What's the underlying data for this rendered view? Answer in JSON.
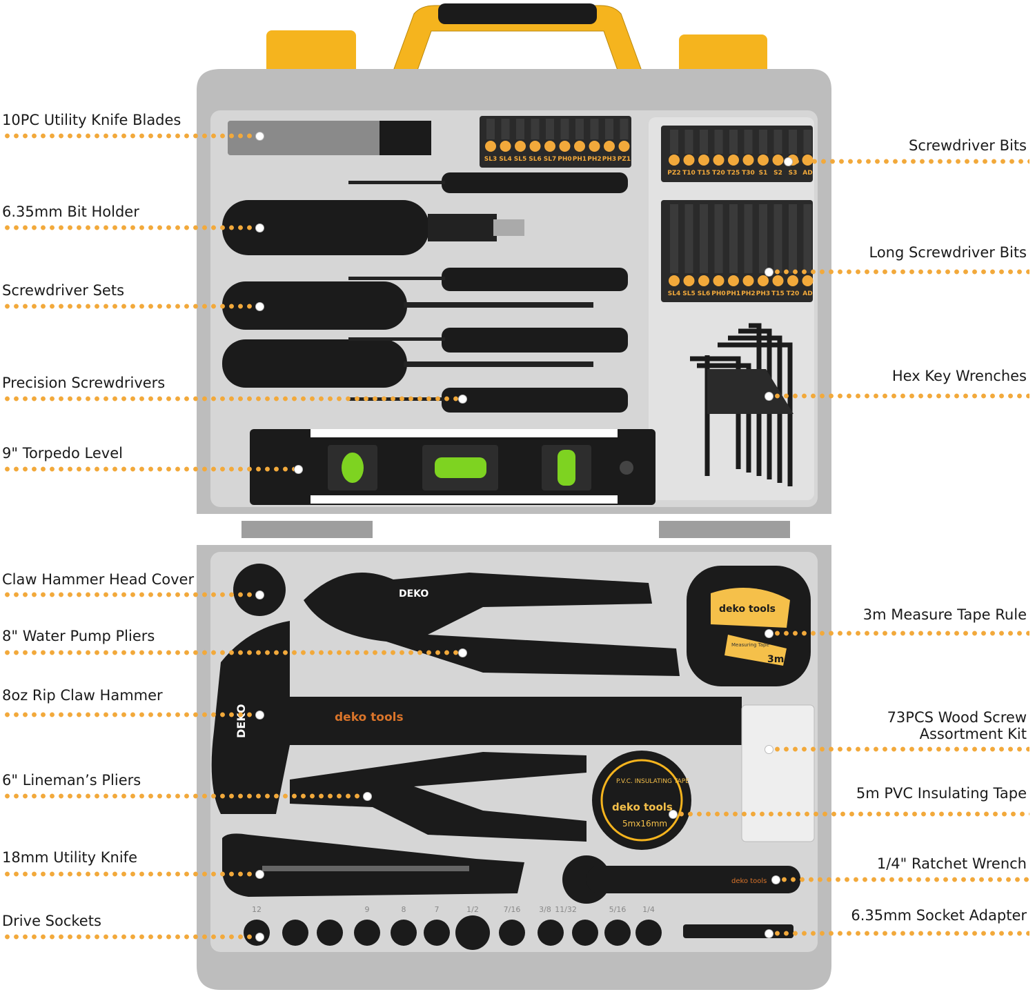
{
  "colors": {
    "accent": "#f2a93b",
    "case": "#c9c9c9",
    "case_inner": "#dcdcdc",
    "latch": "#f5b41e",
    "tool": "#1b1b1b",
    "level_vial": "#7ed321"
  },
  "labels_left": [
    {
      "text": "10PC Utility Knife Blades"
    },
    {
      "text": "6.35mm Bit Holder"
    },
    {
      "text": "Screwdriver Sets"
    },
    {
      "text": "Precision Screwdrivers"
    },
    {
      "text": "9\" Torpedo Level"
    },
    {
      "text": "Claw Hammer Head Cover"
    },
    {
      "text": "8\" Water Pump Pliers"
    },
    {
      "text": "8oz Rip Claw Hammer"
    },
    {
      "text": "6\" Lineman’s Pliers"
    },
    {
      "text": "18mm Utility Knife"
    },
    {
      "text": "Drive Sockets"
    }
  ],
  "labels_right": [
    {
      "text": "Screwdriver Bits"
    },
    {
      "text": "Long Screwdriver Bits"
    },
    {
      "text": "Hex Key Wrenches"
    },
    {
      "text": "3m Measure Tape Rule"
    },
    {
      "text": "73PCS Wood Screw",
      "text2": "Assortment Kit"
    },
    {
      "text": "5m PVC Insulating Tape"
    },
    {
      "text": "1/4\" Ratchet Wrench"
    },
    {
      "text": "6.35mm Socket Adapter"
    }
  ],
  "bits_row1": [
    "SL3",
    "SL4",
    "SL5",
    "SL6",
    "SL7",
    "PH0",
    "PH1",
    "PH2",
    "PH3",
    "PZ1"
  ],
  "bits_row2": [
    "PZ2",
    "T10",
    "T15",
    "T20",
    "T25",
    "T30",
    "S1",
    "S2",
    "S3",
    "AD"
  ],
  "long_bits": [
    "SL4",
    "SL5",
    "SL6",
    "PH0",
    "PH1",
    "PH2",
    "PH3",
    "T15",
    "T20",
    "AD"
  ],
  "socket_sizes": [
    "12",
    "9",
    "8",
    "7",
    "1/2",
    "7/16",
    "3/8",
    "11/32",
    "5/16",
    "1/4"
  ],
  "printed_marks": {
    "brand": "DEKO",
    "brand_tools": "deko tools",
    "tape_ring": "P.V.C. INSULATING TAPE",
    "tape_size": "5mx16mm",
    "measure": "3m",
    "measure_sub": "Measuring Tape"
  }
}
